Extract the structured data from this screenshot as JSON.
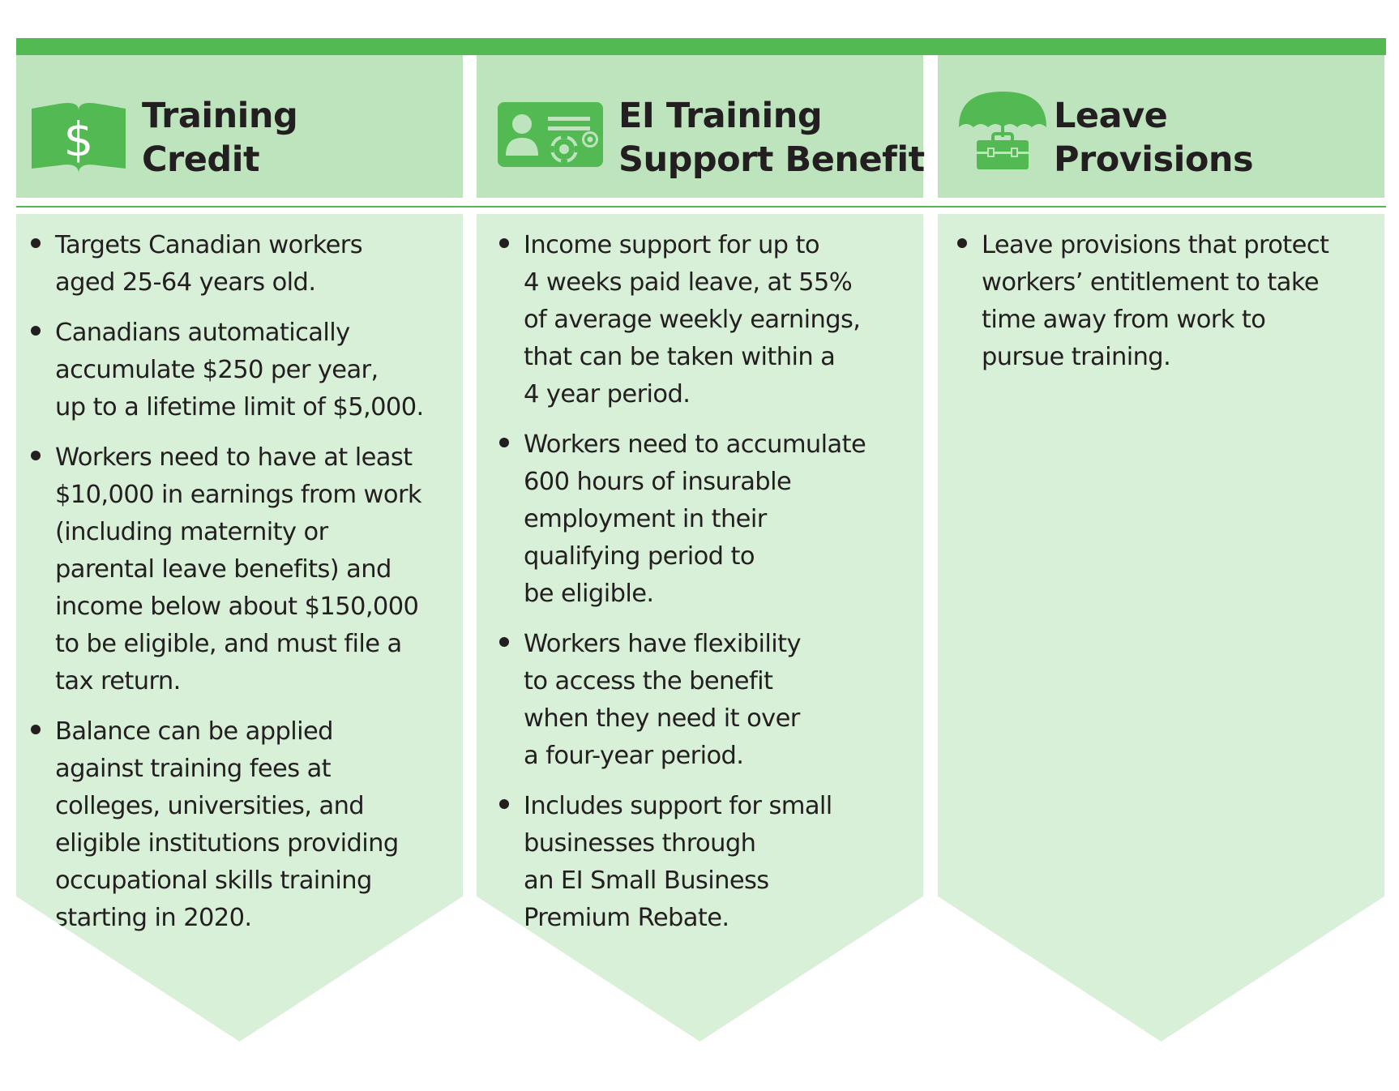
{
  "colors": {
    "accent_green": "#53b953",
    "header_bg": "#bde4bd",
    "body_bg": "#d8efd8",
    "text": "#231f20"
  },
  "columns": [
    {
      "icon": "dollar-book-icon",
      "title_lines": [
        "Training",
        "Credit"
      ],
      "bullets": [
        [
          "Targets Canadian workers",
          "aged 25-64 years old."
        ],
        [
          "Canadians automatically",
          "accumulate $250 per year,",
          "up to a lifetime limit of $5,000."
        ],
        [
          "Workers need to have at least",
          "$10,000 in earnings from work",
          "(including maternity or",
          "parental leave benefits) and",
          "income below about $150,000",
          "to be eligible, and must file a",
          "tax return."
        ],
        [
          "Balance can be applied",
          "against training fees at",
          "colleges, universities, and",
          "eligible institutions providing",
          "occupational skills training",
          "starting in 2020."
        ]
      ]
    },
    {
      "icon": "id-card-gears-icon",
      "title_lines": [
        "EI Training",
        "Support Benefit"
      ],
      "bullets": [
        [
          "Income support for up to",
          "4 weeks paid leave, at 55%",
          "of average weekly earnings,",
          "that can be taken within a",
          "4 year period."
        ],
        [
          "Workers need to accumulate",
          "600 hours of insurable",
          "employment in their",
          "qualifying period to",
          "be eligible."
        ],
        [
          "Workers have flexibility",
          "to access the benefit",
          "when they need it over",
          "a four-year period."
        ],
        [
          "Includes support for small",
          "businesses through",
          "an EI Small Business",
          "Premium Rebate."
        ]
      ]
    },
    {
      "icon": "umbrella-briefcase-icon",
      "title_lines": [
        "Leave",
        "Provisions"
      ],
      "bullets": [
        [
          "Leave provisions that protect",
          "workers’ entitlement to take",
          "time away from work to",
          "pursue training."
        ]
      ]
    }
  ]
}
